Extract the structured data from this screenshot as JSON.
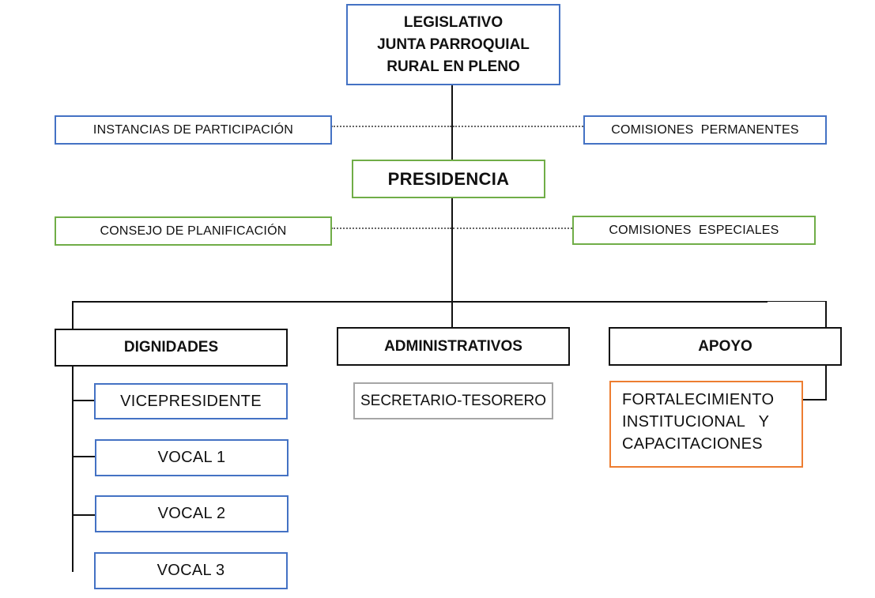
{
  "legislativo": {
    "line1": "LEGISLATIVO",
    "line2": "JUNTA PARROQUIAL",
    "line3": "RURAL EN PLENO"
  },
  "instancias": "INSTANCIAS DE PARTICIPACIÓN",
  "comisiones_permanentes": "COMISIONES  PERMANENTES",
  "presidencia": "PRESIDENCIA",
  "consejo": "CONSEJO DE PLANIFICACIÓN",
  "comisiones_especiales": "COMISIONES  ESPECIALES",
  "dignidades": {
    "title": "DIGNIDADES",
    "items": [
      "VICEPRESIDENTE",
      "VOCAL 1",
      "VOCAL 2",
      "VOCAL 3"
    ]
  },
  "administrativos": {
    "title": "ADMINISTRATIVOS",
    "items": [
      "SECRETARIO-TESORERO"
    ]
  },
  "apoyo": {
    "title": "APOYO",
    "item": {
      "line1": "FORTALECIMIENTO",
      "line2": "INSTITUCIONAL   Y",
      "line3": "CAPACITACIONES"
    }
  },
  "colors": {
    "blue": "#4472c4",
    "green": "#70ad47",
    "gray": "#a6a6a6",
    "orange": "#ed7d31",
    "black": "#111111"
  }
}
